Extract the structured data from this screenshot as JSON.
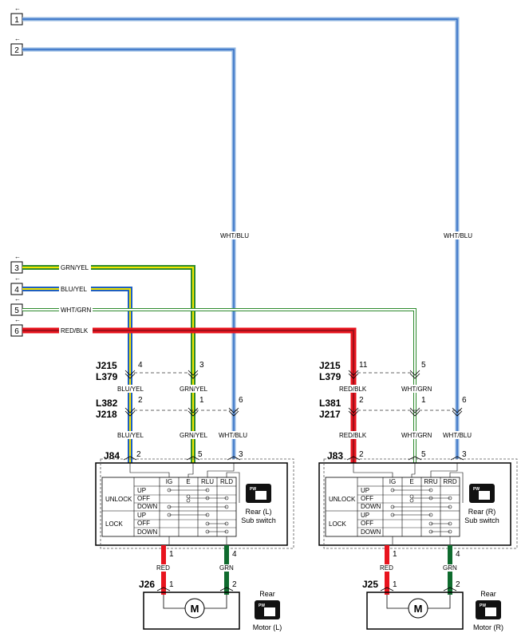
{
  "terminals": [
    "1",
    "2",
    "3",
    "4",
    "5",
    "6"
  ],
  "wire_labels": {
    "grn_yel": "GRN/YEL",
    "blu_yel": "BLU/YEL",
    "wht_grn": "WHT/GRN",
    "red_blk": "RED/BLK",
    "wht_blu": "WHT/BLU",
    "red": "RED",
    "grn": "GRN"
  },
  "connectors": {
    "j215": "J215",
    "l379": "L379",
    "l382": "L382",
    "j218": "J218",
    "l381": "L381",
    "j217": "J217",
    "j84": "J84",
    "j83": "J83",
    "j26": "J26",
    "j25": "J25"
  },
  "pins": {
    "left": {
      "blu_yel_top": "4",
      "grn_yel_top": "3",
      "blu_yel_mid": "2",
      "grn_yel_mid": "1",
      "wht_blu_mid": "6",
      "sw_blu_yel": "2",
      "sw_grn_yel": "5",
      "sw_wht_blu": "3",
      "sw_red": "1",
      "sw_grn": "4",
      "m_red": "1",
      "m_grn": "2"
    },
    "right": {
      "red_blk_top": "11",
      "wht_grn_top": "5",
      "red_blk_mid": "2",
      "wht_grn_mid": "1",
      "wht_blu_mid": "6",
      "sw_red_blk": "2",
      "sw_wht_grn": "5",
      "sw_wht_blu": "3",
      "sw_red": "1",
      "sw_grn": "4",
      "m_red": "1",
      "m_grn": "2"
    }
  },
  "switch_left": {
    "cols": [
      "IG",
      "E",
      "RLU",
      "RLD"
    ],
    "groups": [
      "UNLOCK",
      "LOCK"
    ],
    "rows": [
      "UP",
      "OFF",
      "DOWN",
      "UP",
      "OFF",
      "DOWN"
    ],
    "title": "Rear (L)",
    "subtitle": "Sub switch",
    "badge": "PW"
  },
  "switch_right": {
    "cols": [
      "IG",
      "E",
      "RRU",
      "RRD"
    ],
    "groups": [
      "UNLOCK",
      "LOCK"
    ],
    "rows": [
      "UP",
      "OFF",
      "DOWN",
      "UP",
      "OFF",
      "DOWN"
    ],
    "title": "Rear (R)",
    "subtitle": "Sub switch",
    "badge": "PW"
  },
  "motor_left": {
    "symbol": "M",
    "title": "Rear",
    "subtitle": "Motor (L)",
    "badge": "PW"
  },
  "motor_right": {
    "symbol": "M",
    "title": "Rear",
    "subtitle": "Motor (R)",
    "badge": "PW"
  },
  "colors": {
    "green": "#2e8b2e",
    "blue": "#1f5fbf",
    "yellow": "#f2e600",
    "red": "#e8141e",
    "dark_red": "#a0101a",
    "dark_green": "#0f6b2e",
    "light_blue": "#8fb4e0"
  }
}
